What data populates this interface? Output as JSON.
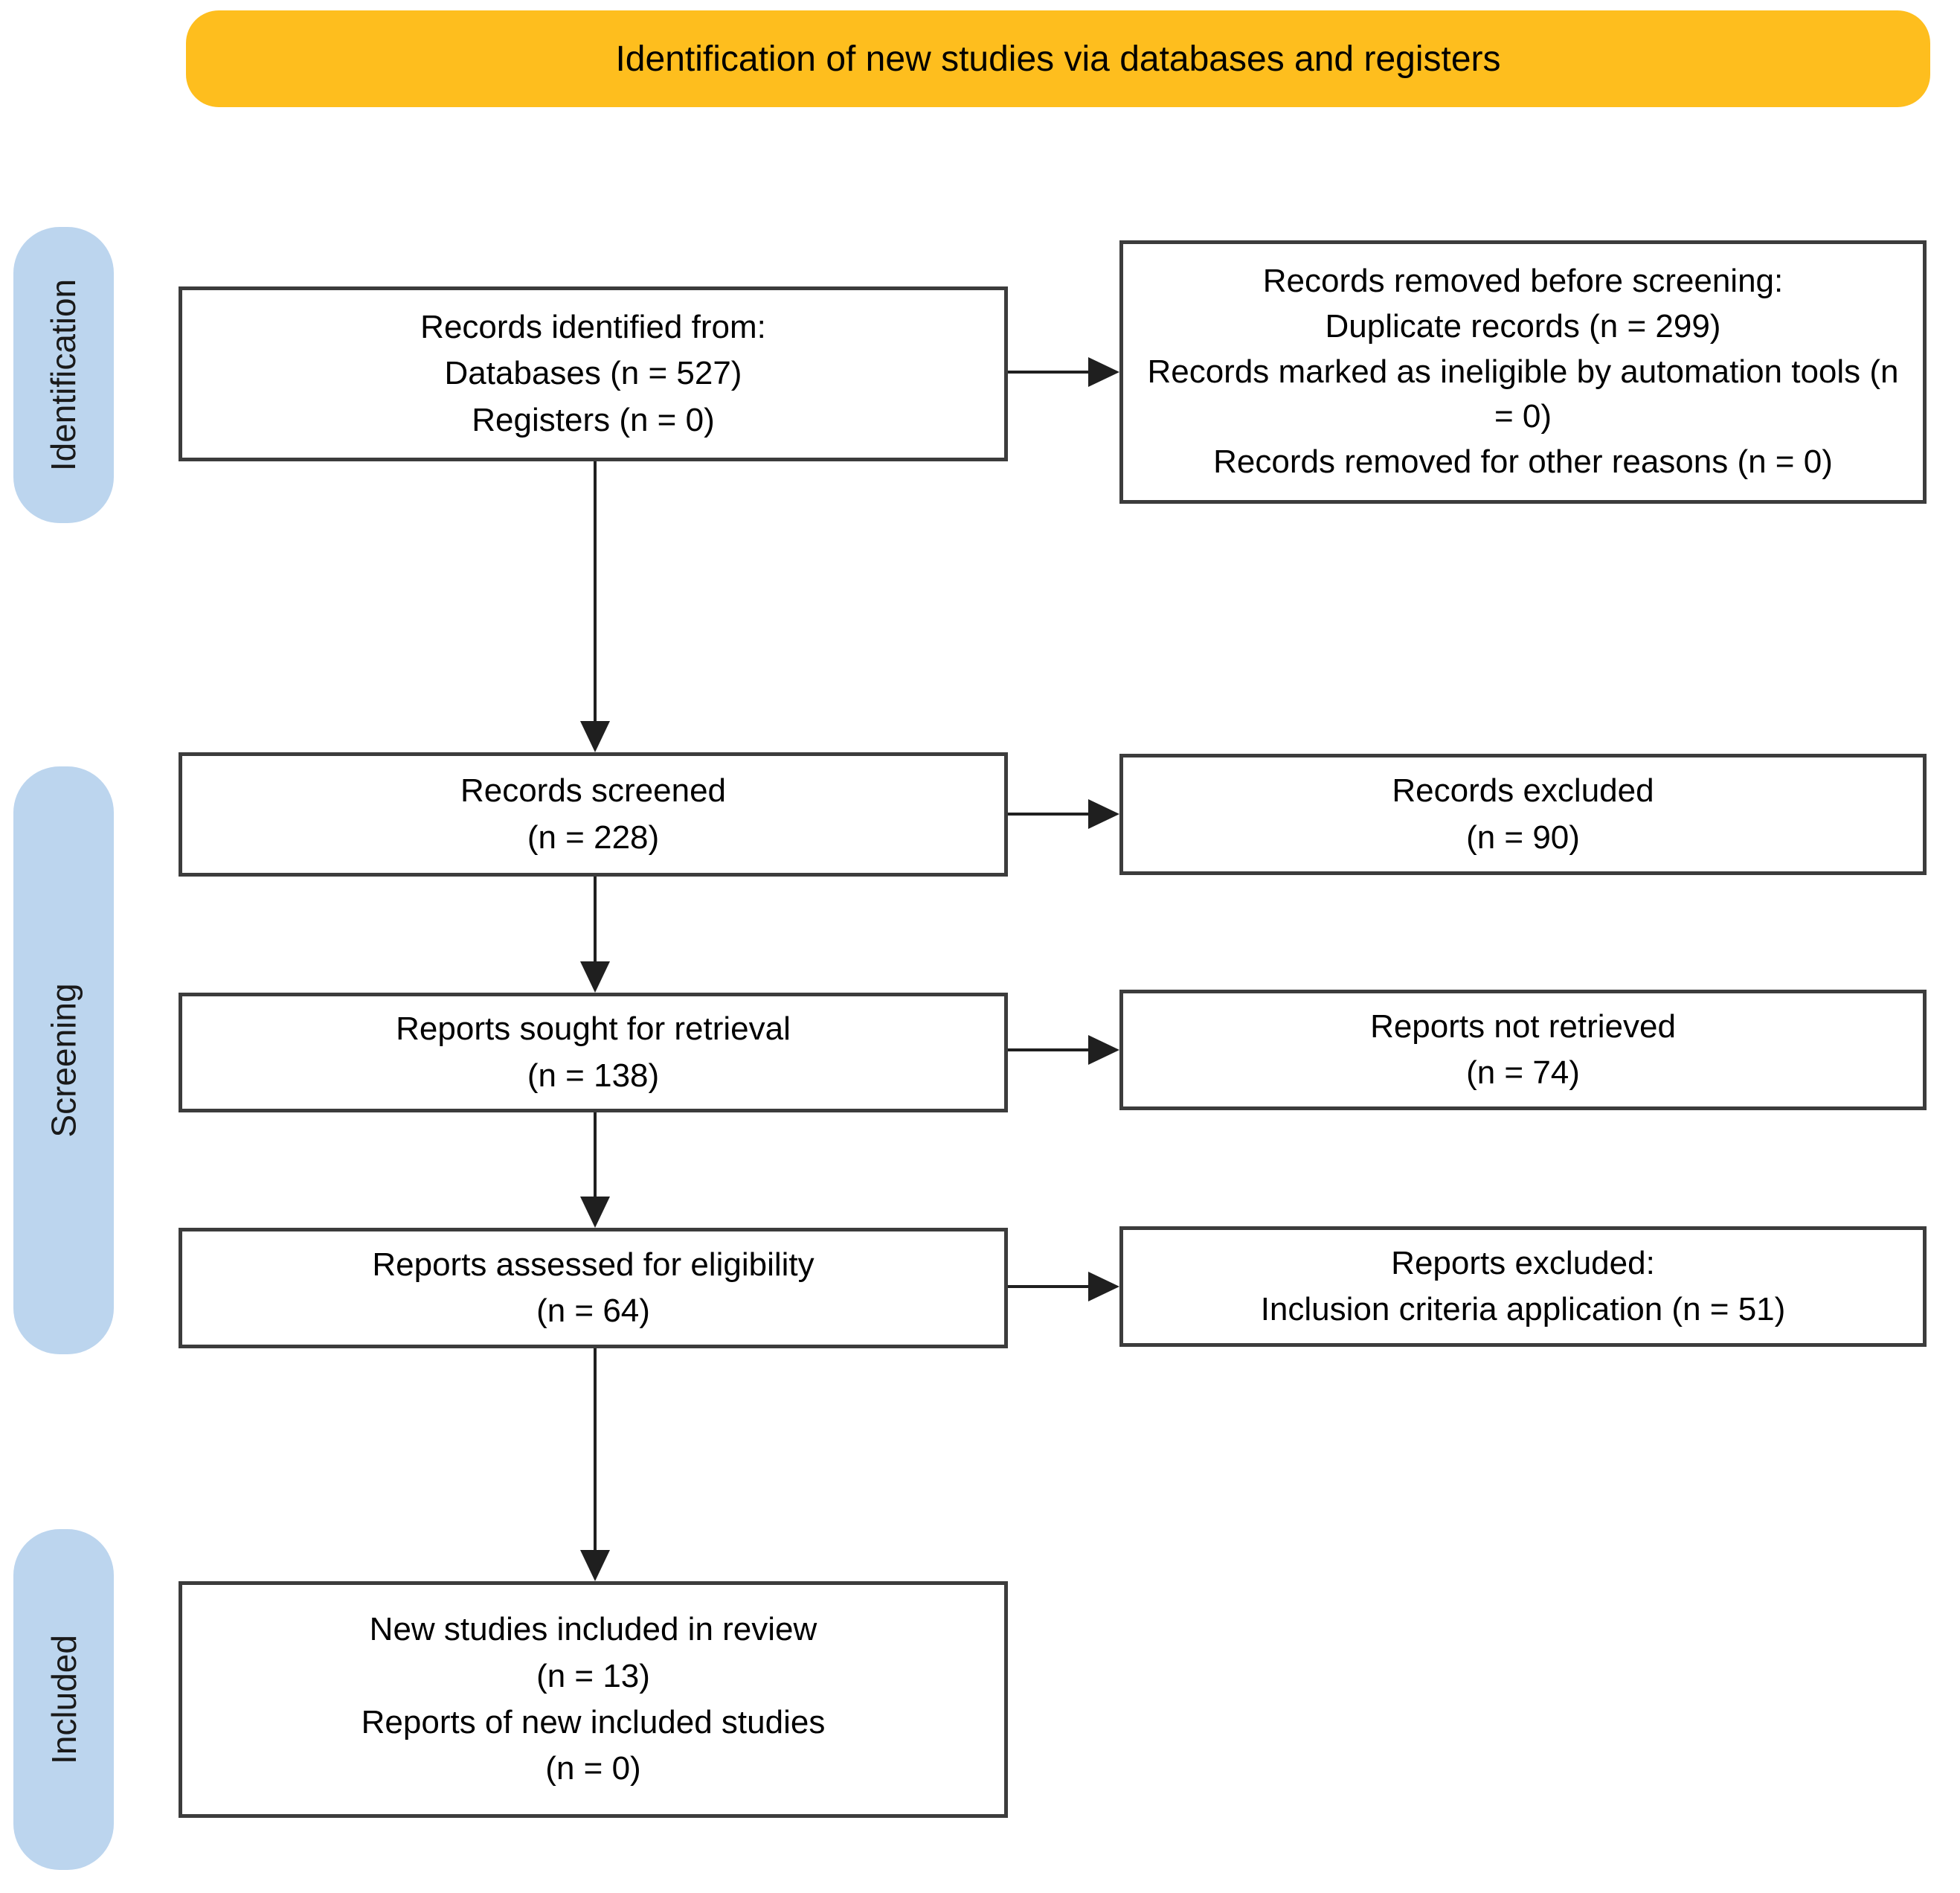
{
  "banner": {
    "label": "Identification of new studies via databases and registers"
  },
  "stages": [
    {
      "label": "Identification"
    },
    {
      "label": "Screening"
    },
    {
      "label": "Included"
    }
  ],
  "boxes": {
    "identified": {
      "lines": [
        "Records identified from:",
        "Databases (n = 527)",
        "Registers (n = 0)"
      ]
    },
    "removed": {
      "lines": [
        "Records removed before screening:",
        "Duplicate records (n = 299)",
        "Records marked as ineligible by automation tools (n = 0)",
        "Records removed for other reasons (n = 0)"
      ]
    },
    "screened": {
      "lines": [
        "Records screened",
        "(n = 228)"
      ]
    },
    "excluded": {
      "lines": [
        "Records excluded",
        "(n = 90)"
      ]
    },
    "sought": {
      "lines": [
        "Reports sought for retrieval",
        "(n = 138)"
      ]
    },
    "not_retrieved": {
      "lines": [
        "Reports not retrieved",
        "(n = 74)"
      ]
    },
    "assessed": {
      "lines": [
        "Reports assessed for eligibility",
        "(n = 64)"
      ]
    },
    "reports_excluded": {
      "lines": [
        "Reports excluded:",
        "Inclusion criteria application (n = 51)"
      ]
    },
    "included": {
      "lines": [
        "New studies included in review",
        "(n = 13)",
        "Reports of new included studies",
        "(n = 0)"
      ]
    }
  },
  "colors": {
    "banner_bg": "#FEBE1E",
    "stage_bg": "#BCD5EE",
    "box_border": "#3C3C3C",
    "arrow": "#1F1F1F",
    "text": "#000000"
  }
}
